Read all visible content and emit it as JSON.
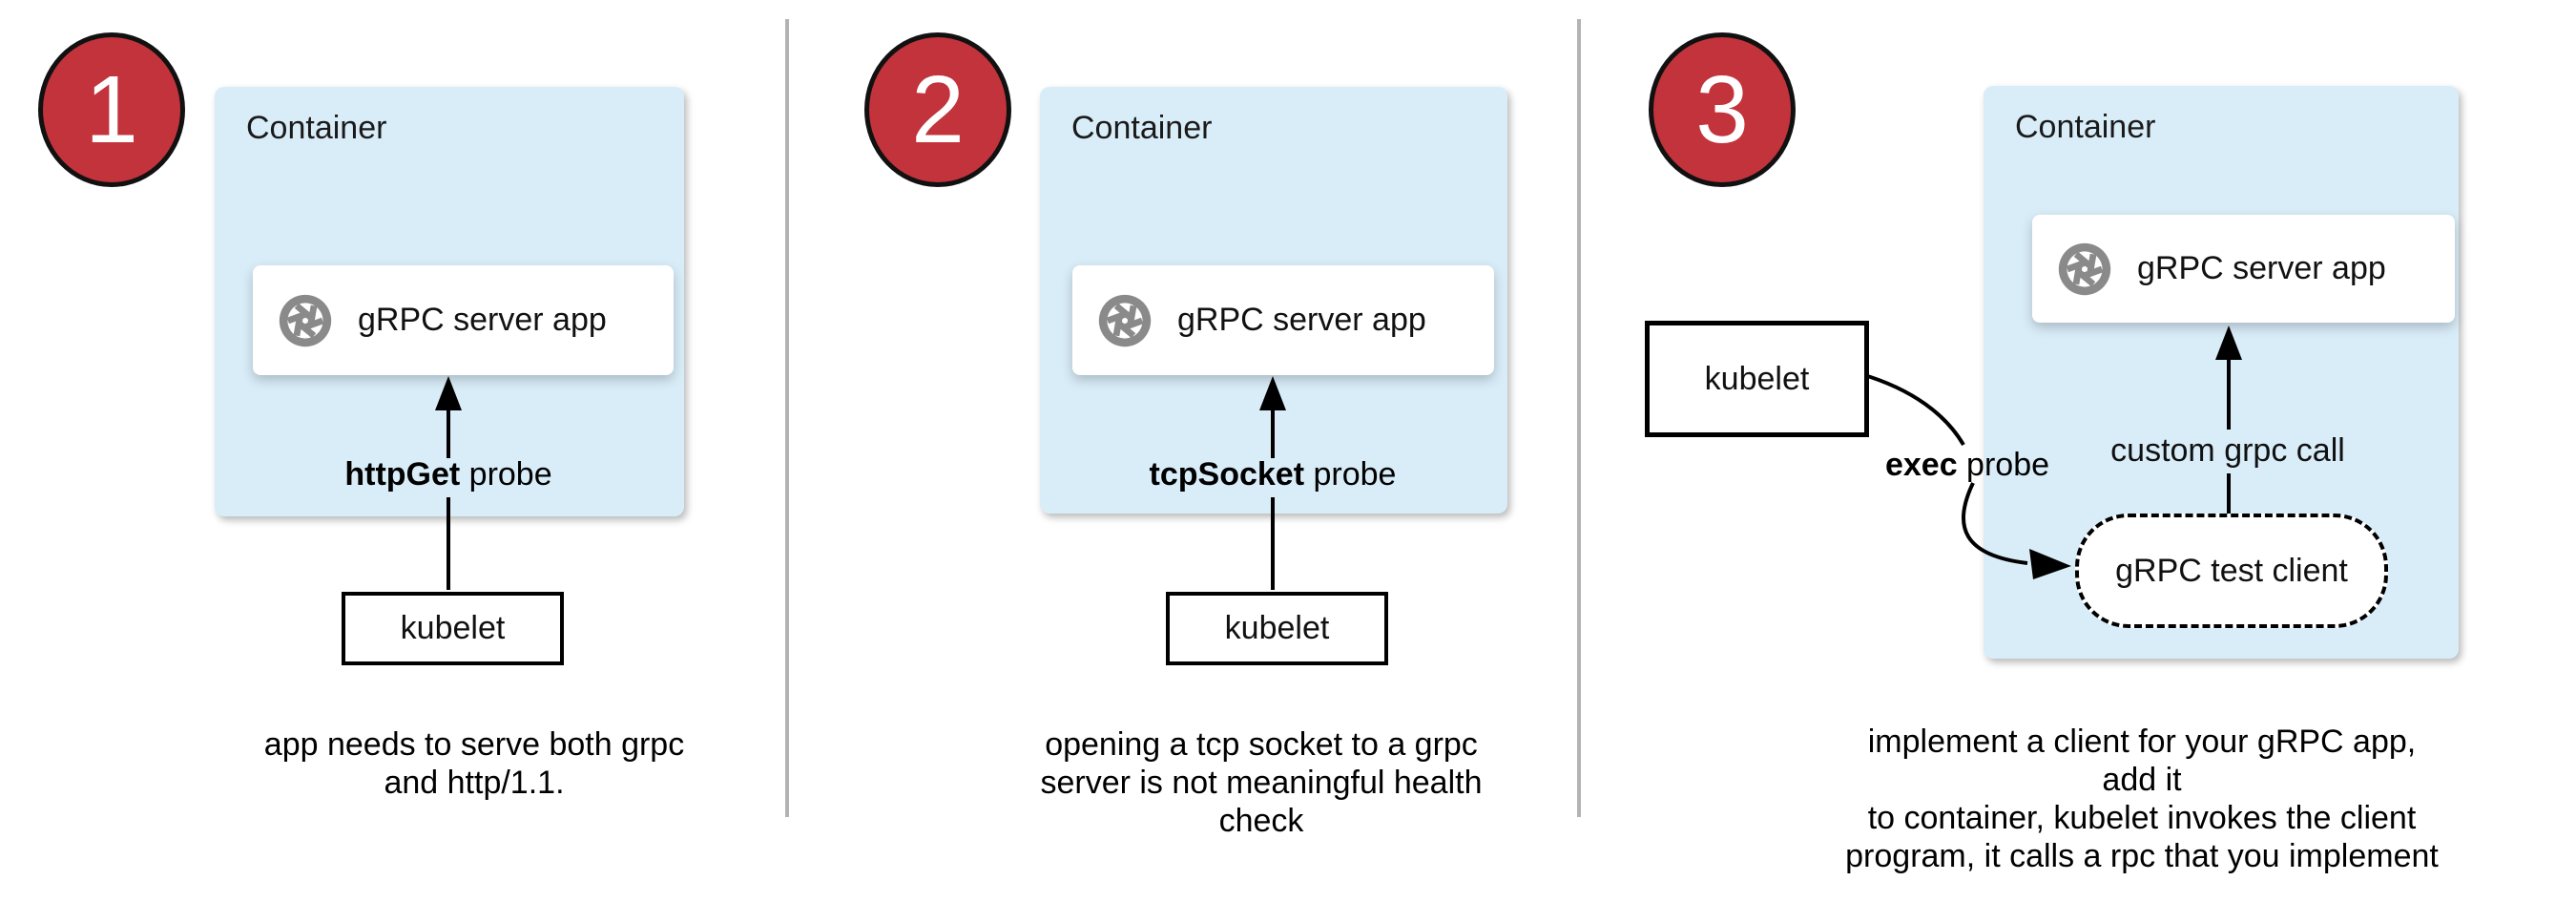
{
  "colors": {
    "step-red": "#c2333c",
    "container-blue": "#d9edf9",
    "icon-gray": "#8a8a8a",
    "divider-gray": "#b3b3b3",
    "line-black": "#000000"
  },
  "step1": {
    "number": "1",
    "container_label": "Container",
    "app_label": "gRPC server app",
    "probe_bold": "httpGet",
    "probe_rest": " probe",
    "kubelet_label": "kubelet",
    "caption_lines": [
      "app needs to serve both grpc",
      "and http/1.1."
    ]
  },
  "step2": {
    "number": "2",
    "container_label": "Container",
    "app_label": "gRPC server app",
    "probe_bold": "tcpSocket",
    "probe_rest": " probe",
    "kubelet_label": "kubelet",
    "caption_lines": [
      "opening a tcp socket to a grpc",
      "server is not meaningful health",
      "check"
    ]
  },
  "step3": {
    "number": "3",
    "container_label": "Container",
    "app_label": "gRPC server app",
    "probe_bold": "exec",
    "probe_rest": " probe",
    "kubelet_label": "kubelet",
    "custom_call_label": "custom grpc call",
    "test_client_label": "gRPC test client",
    "caption_lines": [
      "implement a client for your gRPC app, add it",
      "to container, kubelet invokes the client",
      "program, it calls a rpc that you implement"
    ]
  }
}
